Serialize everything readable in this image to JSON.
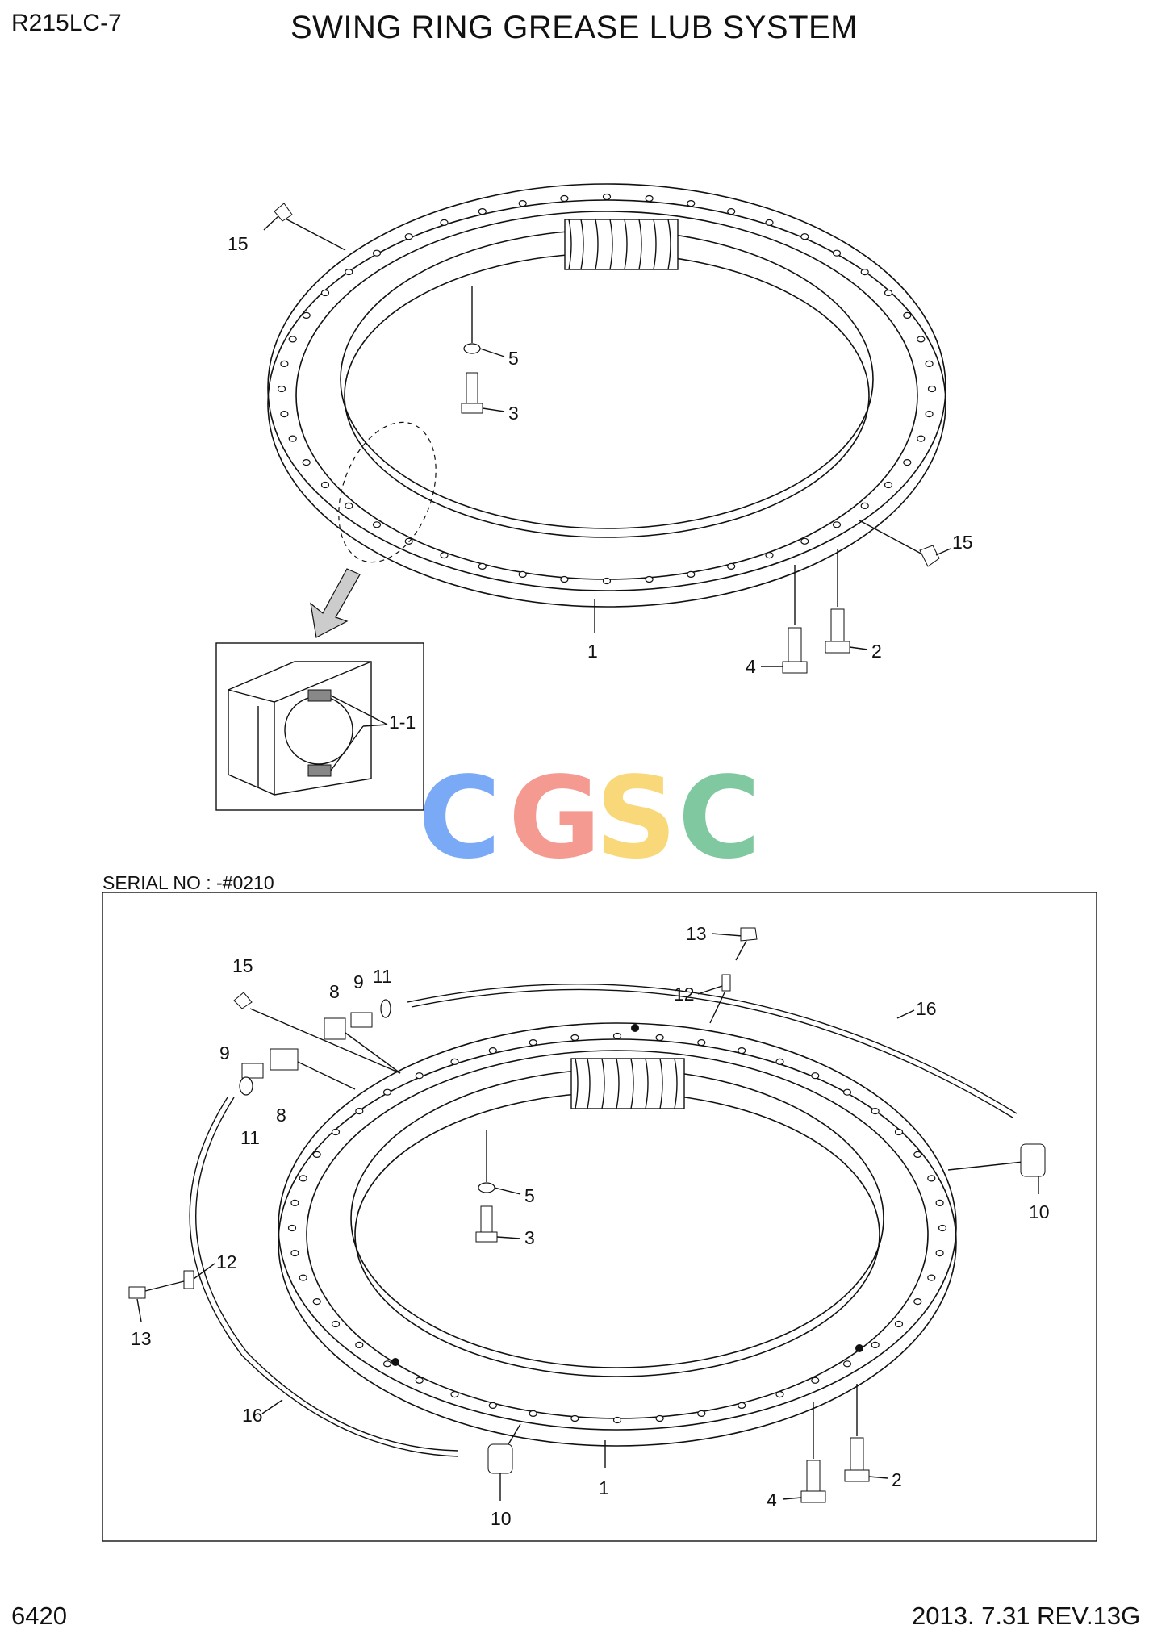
{
  "header": {
    "model": "R215LC-7",
    "title": "SWING RING GREASE LUB SYSTEM"
  },
  "serial_note": "SERIAL NO : -#0210",
  "footer": {
    "page_number": "6420",
    "revision": "2013. 7.31 REV.13G"
  },
  "watermark": {
    "letters": [
      "C",
      "G",
      "S",
      "C"
    ],
    "colors": [
      "#7aaaf5",
      "#f59a90",
      "#f8d878",
      "#80c8a0"
    ]
  },
  "top_diagram": {
    "callouts": [
      "15",
      "5",
      "3",
      "15",
      "1",
      "4",
      "2"
    ],
    "detail_callout": "1-1"
  },
  "bottom_diagram": {
    "callouts": [
      "13",
      "12",
      "16",
      "15",
      "8",
      "9",
      "11",
      "9",
      "8",
      "11",
      "5",
      "3",
      "10",
      "12",
      "13",
      "16",
      "1",
      "10",
      "4",
      "2"
    ]
  }
}
